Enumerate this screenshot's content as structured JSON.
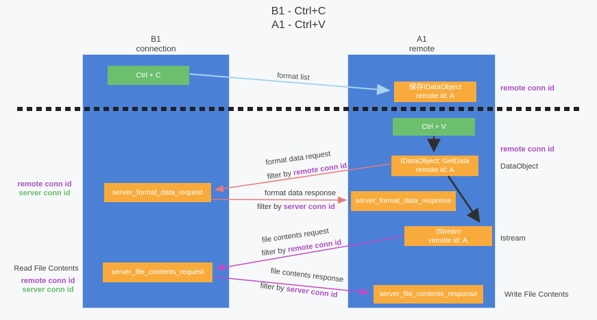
{
  "title": {
    "line1": "B1 - Ctrl+C",
    "line2": "A1 - Ctrl+V"
  },
  "columns": {
    "left": {
      "name": "B1",
      "role": "connection"
    },
    "right": {
      "name": "A1",
      "role": "remote"
    }
  },
  "nodes": {
    "ctrl_c": {
      "label": "Ctrl + C"
    },
    "save_dataobject": {
      "line1": "保存IDataObject",
      "line2": "remote id: A"
    },
    "ctrl_v": {
      "label": "Ctrl + V"
    },
    "getdata": {
      "line1": "IDataObject::GetData",
      "line2": "remote id: A"
    },
    "server_format_data_request": {
      "label": "server_format_data_request"
    },
    "server_format_data_response": {
      "label": "server_format_data_response"
    },
    "istream": {
      "line1": "IStream",
      "line2": "remote id: A"
    },
    "server_file_contents_request": {
      "label": "server_file_contents_request"
    },
    "server_file_contents_response": {
      "label": "server_file_contents_response"
    }
  },
  "flow_labels": {
    "format_list": "format list",
    "format_data_request": "format data request",
    "format_data_response": "format data response",
    "file_contents_request": "file contents request",
    "file_contents_response": "file contents response",
    "filter_by": "filter by ",
    "remote_conn_id": "remote conn id",
    "server_conn_id": "server conn id"
  },
  "side_labels": {
    "right_top_remote_conn_id": "remote conn id",
    "right_mid_remote_conn_id": "remote conn id",
    "dataobject": "DataObject",
    "istream": "Istream",
    "write_file_contents": "Write File Contents",
    "left_remote_conn_id": "remote conn id",
    "left_server_conn_id": "server conn id",
    "read_file_contents": "Read File Contents",
    "left_bottom_remote_conn_id": "remote conn id",
    "left_bottom_server_conn_id": "server conn id"
  },
  "colors": {
    "column_blue": "#4a80d6",
    "node_green": "#6cbf6e",
    "node_orange": "#f8ab3c",
    "arrow_red": "#e87a7a",
    "arrow_magenta": "#c44ac4",
    "arrow_lightblue": "#a9d3ee",
    "arrow_black": "#2f2f2f",
    "label_purple": "#a94fc3",
    "label_green": "#67bd6b"
  }
}
